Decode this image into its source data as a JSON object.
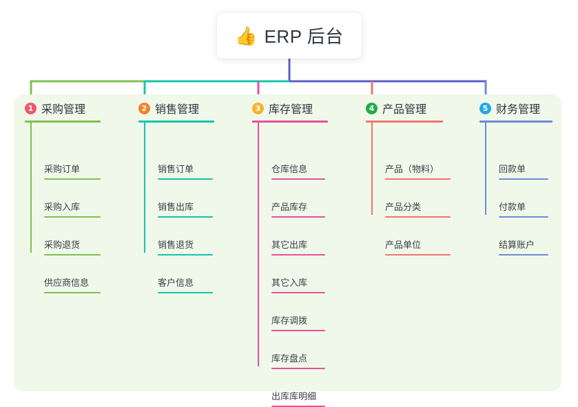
{
  "root": {
    "emoji": "👍",
    "emoji_name": "thumbs-up-icon",
    "title": "ERP 后台"
  },
  "theme": {
    "panel_bg": "#eff8e9",
    "card_bg": "#ffffff",
    "text": "#2f3542",
    "leaf_text": "#3b4049",
    "trunk": "#5b5fc7"
  },
  "bus": {
    "segment_colors": [
      "#7dc14f",
      "#14c4ab",
      "#5b5fc7"
    ],
    "trunk_color": "#5b5fc7"
  },
  "columns": [
    {
      "number": "1",
      "title": "采购管理",
      "badge_color": "#f2556b",
      "line_color": "#7dc14f",
      "items": [
        {
          "label": "采购订单"
        },
        {
          "label": "采购入库"
        },
        {
          "label": "采购退货"
        },
        {
          "label": "供应商信息"
        }
      ]
    },
    {
      "number": "2",
      "title": "销售管理",
      "badge_color": "#f5822a",
      "line_color": "#14c4ab",
      "items": [
        {
          "label": "销售订单"
        },
        {
          "label": "销售出库"
        },
        {
          "label": "销售退货"
        },
        {
          "label": "客户信息"
        }
      ]
    },
    {
      "number": "3",
      "title": "库存管理",
      "badge_color": "#f7b32b",
      "line_color": "#e8509b",
      "items": [
        {
          "label": "仓库信息"
        },
        {
          "label": "产品库存"
        },
        {
          "label": "其它出库"
        },
        {
          "label": "其它入库"
        },
        {
          "label": "库存调拨"
        },
        {
          "label": "库存盘点"
        },
        {
          "label": "出库库明细"
        }
      ]
    },
    {
      "number": "4",
      "title": "产品管理",
      "badge_color": "#22ac4a",
      "line_color": "#f4736b",
      "items": [
        {
          "label": "产品（物料）"
        },
        {
          "label": "产品分类"
        },
        {
          "label": "产品单位"
        }
      ]
    },
    {
      "number": "5",
      "title": "财务管理",
      "badge_color": "#23a8e8",
      "line_color": "#6f8bd6",
      "items": [
        {
          "label": "回款单"
        },
        {
          "label": "付款单"
        },
        {
          "label": "结算账户"
        }
      ]
    }
  ]
}
